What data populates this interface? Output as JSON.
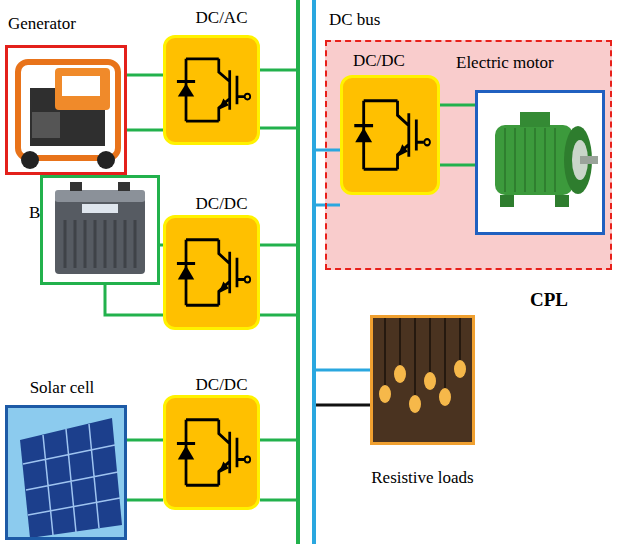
{
  "diagram": {
    "nodes": [
      {
        "text": [
          "Generator"
        ]
      },
      {
        "text": [
          "DC/AC"
        ]
      },
      {
        "text": [
          "B"
        ]
      },
      {
        "text": [
          "DC/DC"
        ]
      },
      {
        "text": [
          "Solar cell"
        ]
      },
      {
        "text": [
          "DC/DC"
        ]
      },
      {
        "text": [
          "DC bus"
        ]
      },
      {
        "text": [
          "CPL"
        ]
      },
      {
        "text": [
          "DC/DC"
        ],
        "in": 7
      },
      {
        "text": [
          "Electric motor"
        ],
        "in": 7
      },
      {
        "text": [
          "Resistive loads"
        ]
      }
    ],
    "edges": [
      {
        "from": 0,
        "to": 1,
        "arrow": "none"
      },
      {
        "from": 1,
        "to": 6,
        "arrow": "none"
      },
      {
        "from": 2,
        "to": 3,
        "arrow": "none"
      },
      {
        "from": 3,
        "to": 6,
        "arrow": "none"
      },
      {
        "from": 4,
        "to": 5,
        "arrow": "none"
      },
      {
        "from": 5,
        "to": 6,
        "arrow": "none"
      },
      {
        "from": 6,
        "to": 8,
        "arrow": "none"
      },
      {
        "from": 8,
        "to": 9,
        "arrow": "none"
      },
      {
        "from": 6,
        "to": 10,
        "arrow": "none"
      }
    ]
  }
}
